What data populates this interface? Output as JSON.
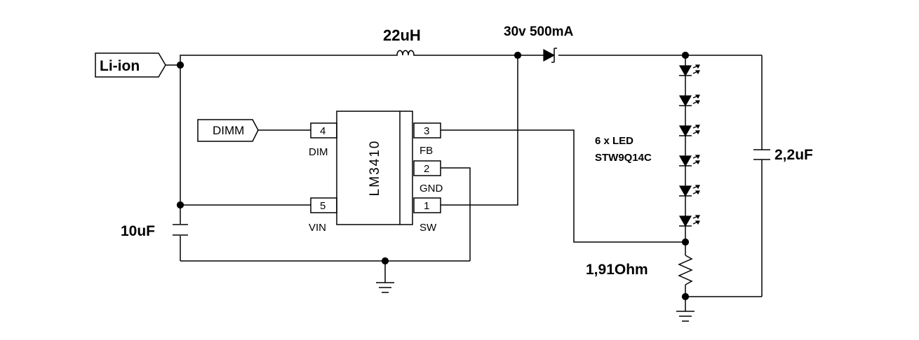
{
  "ports": {
    "input_battery": "Li-ion",
    "dim_input": "DIMM"
  },
  "components": {
    "inductor_value": "22uH",
    "diode_rating": "30v 500mA",
    "input_cap_value": "10uF",
    "output_cap_value": "2,2uF",
    "sense_resistor_value": "1,91Ohm",
    "led_count_label": "6 x LED",
    "led_part_number": "STW9Q14C"
  },
  "ic": {
    "part_number": "LM3410",
    "pins": [
      {
        "number": "4",
        "name": "DIM"
      },
      {
        "number": "5",
        "name": "VIN"
      },
      {
        "number": "3",
        "name": "FB"
      },
      {
        "number": "2",
        "name": "GND"
      },
      {
        "number": "1",
        "name": "SW"
      }
    ]
  }
}
